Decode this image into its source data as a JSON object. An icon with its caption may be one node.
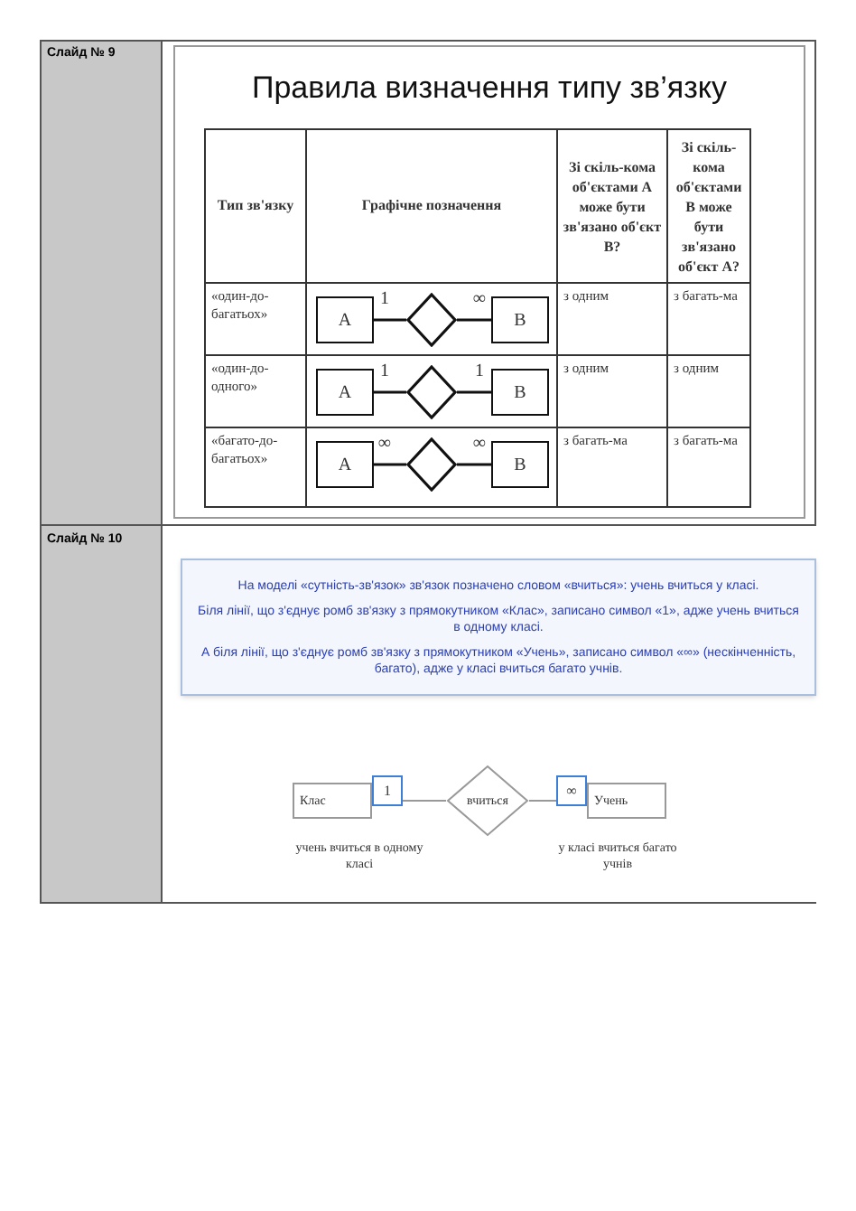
{
  "diagram": {
    "title": "Правила визначення типу зв’язку",
    "nodes": [
      {
        "text": [
          "A"
        ]
      },
      {
        "text": [],
        "shape": "diamond"
      },
      {
        "text": [
          "B"
        ]
      },
      {
        "text": [
          "A"
        ]
      },
      {
        "text": [],
        "shape": "diamond"
      },
      {
        "text": [
          "B"
        ]
      },
      {
        "text": [
          "A"
        ]
      },
      {
        "text": [],
        "shape": "diamond"
      },
      {
        "text": [
          "B"
        ]
      },
      {
        "text": [
          "На моделі «сутність-зв'язок» зв'язок позначено словом «вчиться»: учень вчиться у класі.",
          "Біля лінії, що з'єднує ромб зв'язку з прямокутником «Клас», записано символ «1», адже учень вчиться в одному класі.",
          "А біля лінії, що з'єднує ромб зв'язку з прямокутником «Учень», записано символ «∞» (нескінченність, багато), адже у класі вчиться багато учнів."
        ]
      },
      {
        "text": [
          "Клас"
        ],
        "beside": [
          "учень вчиться в одному класі"
        ]
      },
      {
        "text": [
          "вчиться"
        ]
      },
      {
        "text": [
          "Учень"
        ],
        "beside": [
          "у класі вчиться багато учнів"
        ]
      }
    ],
    "edges": [
      {
        "from": 0,
        "to": 1,
        "arrow": "none",
        "label": "1"
      },
      {
        "from": 1,
        "to": 2,
        "arrow": "none",
        "label": "∞"
      },
      {
        "from": 3,
        "to": 4,
        "arrow": "none",
        "label": "1"
      },
      {
        "from": 4,
        "to": 5,
        "arrow": "none",
        "label": "1"
      },
      {
        "from": 6,
        "to": 7,
        "arrow": "none",
        "label": "∞"
      },
      {
        "from": 7,
        "to": 8,
        "arrow": "none",
        "label": "∞"
      },
      {
        "from": 10,
        "to": 11,
        "arrow": "none",
        "label": "1",
        "color": "#999999"
      },
      {
        "from": 11,
        "to": 12,
        "arrow": "none",
        "label": "∞",
        "color": "#999999"
      }
    ],
    "labels": [
      "Слайд № 9",
      "Тип зв'язку",
      "Графічне позначення",
      "Зі скіль-кома об'єктами А може бути зв'язано об'єкт В?",
      "Зі скіль-кома об'єктами В може бути зв'язано об'єкт А?",
      "«один-до-багатьох»",
      "з одним",
      "з багать-ма",
      "«один-до-одного»",
      "з одним",
      "з одним",
      "«багато-до-багатьох»",
      "з багать-ма",
      "з багать-ма",
      "Слайд № 10"
    ]
  }
}
